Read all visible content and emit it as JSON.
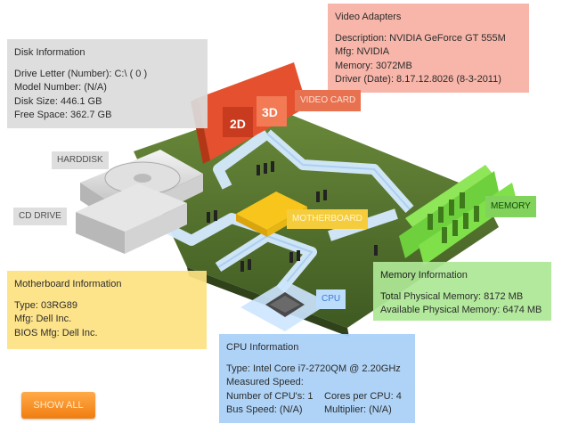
{
  "disk": {
    "title": "Disk Information",
    "lines": [
      "Drive Letter (Number): C:\\ ( 0 )",
      "Model Number: (N/A)",
      "Disk Size: 446.1 GB",
      "Free Space: 362.7 GB"
    ]
  },
  "video": {
    "title": "Video Adapters",
    "lines": [
      "Description: NVIDIA GeForce GT 555M",
      "Mfg: NVIDIA",
      "Memory: 3072MB",
      "Driver (Date): 8.17.12.8026 (8-3-2011)"
    ]
  },
  "motherboard": {
    "title": "Motherboard Information",
    "lines": [
      "Type: 03RG89",
      "Mfg: Dell Inc.",
      "BIOS Mfg: Dell Inc."
    ]
  },
  "memory": {
    "title": "Memory Information",
    "lines": [
      "Total Physical Memory: 8172 MB",
      "Available Physical Memory: 6474 MB"
    ]
  },
  "cpu": {
    "title": "CPU Information",
    "type": "Type: Intel Core i7-2720QM @ 2.20GHz",
    "measured": "Measured Speed:",
    "num_cpus": "Number of CPU's: 1",
    "cores": "Cores per CPU: 4",
    "bus": "Bus Speed: (N/A)",
    "multiplier": "Multiplier: (N/A)"
  },
  "tags": {
    "harddisk": "HARDDISK",
    "cddrive": "CD DRIVE",
    "videocard": "VIDEO CARD",
    "motherboard": "MOTHERBOARD",
    "memory": "MEMORY",
    "cpu": "CPU"
  },
  "chip_labels": {
    "gpu_2d": "2D",
    "gpu_3d": "3D"
  },
  "show_all": "SHOW ALL",
  "colors": {
    "board": "#4f6e2c",
    "bus": "#d8ecff",
    "video_card": "#e5512f",
    "memory_sticks": "#7fe04a",
    "motherboard_chip": "#f7c51c",
    "button": "#f59022"
  }
}
